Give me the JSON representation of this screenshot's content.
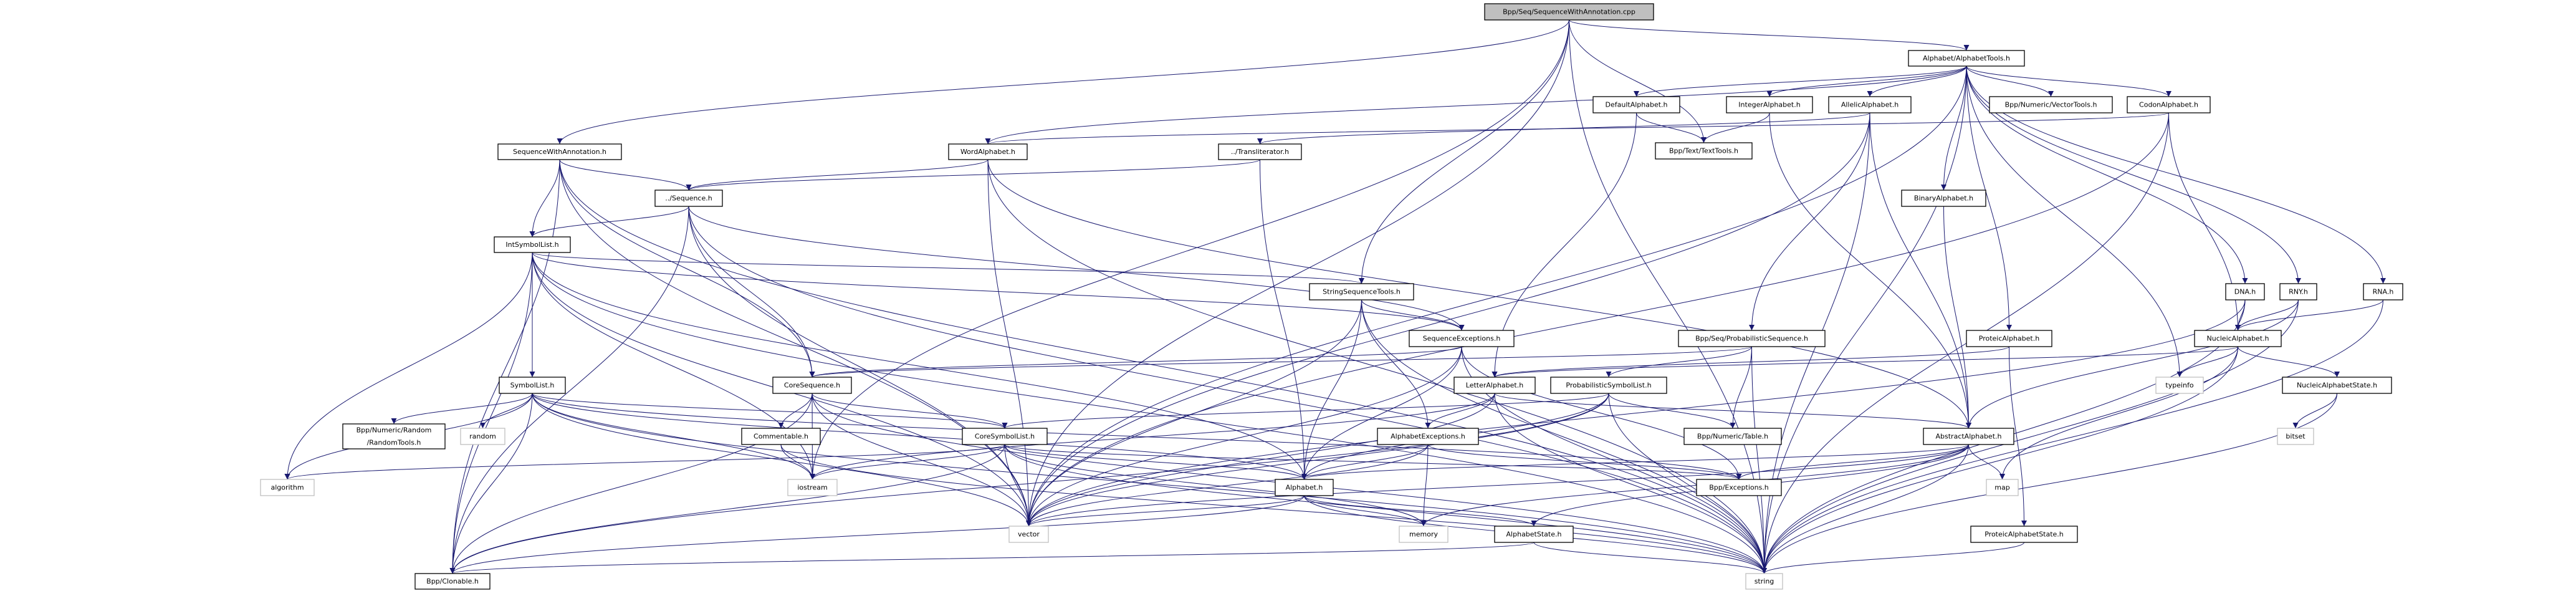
{
  "colors": {
    "edge": "#191970",
    "root_fill": "#bfbfbf",
    "system_border": "#bfbfbf",
    "node_border": "#000000"
  },
  "nodes": [
    {
      "id": "root",
      "label": "Bpp/Seq/SequenceWithAnnotation.cpp",
      "kind": "root"
    },
    {
      "id": "swa",
      "label": "SequenceWithAnnotation.h",
      "kind": "normal"
    },
    {
      "id": "seq",
      "label": "../Sequence.h",
      "kind": "normal"
    },
    {
      "id": "isl",
      "label": "IntSymbolList.h",
      "kind": "normal"
    },
    {
      "id": "sl",
      "label": "SymbolList.h",
      "kind": "normal"
    },
    {
      "id": "rt",
      "label_lines": [
        "Bpp/Numeric/Random",
        "/RandomTools.h"
      ],
      "kind": "normal"
    },
    {
      "id": "random",
      "label": "random",
      "kind": "system"
    },
    {
      "id": "cs",
      "label": "CoreSequence.h",
      "kind": "normal"
    },
    {
      "id": "com",
      "label": "Commentable.h",
      "kind": "normal"
    },
    {
      "id": "algo",
      "label": "algorithm",
      "kind": "system"
    },
    {
      "id": "ios",
      "label": "iostream",
      "kind": "system"
    },
    {
      "id": "clon",
      "label": "Bpp/Clonable.h",
      "kind": "normal"
    },
    {
      "id": "def",
      "label": "DefaultAlphabet.h",
      "kind": "normal"
    },
    {
      "id": "tt",
      "label": "Bpp/Text/TextTools.h",
      "kind": "normal"
    },
    {
      "id": "int",
      "label": "IntegerAlphabet.h",
      "kind": "normal"
    },
    {
      "id": "word",
      "label": "WordAlphabet.h",
      "kind": "normal"
    },
    {
      "id": "trans",
      "label": "../Transliterator.h",
      "kind": "normal"
    },
    {
      "id": "sst",
      "label": "StringSequenceTools.h",
      "kind": "normal"
    },
    {
      "id": "sexc",
      "label": "SequenceExceptions.h",
      "kind": "normal"
    },
    {
      "id": "letter",
      "label": "LetterAlphabet.h",
      "kind": "normal"
    },
    {
      "id": "psl",
      "label": "ProbabilisticSymbolList.h",
      "kind": "normal"
    },
    {
      "id": "csl",
      "label": "CoreSymbolList.h",
      "kind": "normal"
    },
    {
      "id": "aexc",
      "label": "AlphabetExceptions.h",
      "kind": "normal"
    },
    {
      "id": "table",
      "label": "Bpp/Numeric/Table.h",
      "kind": "normal"
    },
    {
      "id": "alpha",
      "label": "Alphabet.h",
      "kind": "normal"
    },
    {
      "id": "exc",
      "label": "Bpp/Exceptions.h",
      "kind": "normal"
    },
    {
      "id": "vector",
      "label": "vector",
      "kind": "system"
    },
    {
      "id": "memory",
      "label": "memory",
      "kind": "system"
    },
    {
      "id": "astate",
      "label": "AlphabetState.h",
      "kind": "normal"
    },
    {
      "id": "atools",
      "label": "Alphabet/AlphabetTools.h",
      "kind": "normal"
    },
    {
      "id": "allelic",
      "label": "AllelicAlphabet.h",
      "kind": "normal"
    },
    {
      "id": "vtools",
      "label": "Bpp/Numeric/VectorTools.h",
      "kind": "normal"
    },
    {
      "id": "codon",
      "label": "CodonAlphabet.h",
      "kind": "normal"
    },
    {
      "id": "binary",
      "label": "BinaryAlphabet.h",
      "kind": "normal"
    },
    {
      "id": "dna",
      "label": "DNA.h",
      "kind": "normal"
    },
    {
      "id": "rny",
      "label": "RNY.h",
      "kind": "normal"
    },
    {
      "id": "rna",
      "label": "RNA.h",
      "kind": "normal"
    },
    {
      "id": "ps",
      "label": "Bpp/Seq/ProbabilisticSequence.h",
      "kind": "normal"
    },
    {
      "id": "prot",
      "label": "ProteicAlphabet.h",
      "kind": "normal"
    },
    {
      "id": "nuc",
      "label": "NucleicAlphabet.h",
      "kind": "normal"
    },
    {
      "id": "typeinfo",
      "label": "typeinfo",
      "kind": "system"
    },
    {
      "id": "nucst",
      "label": "NucleicAlphabetState.h",
      "kind": "normal"
    },
    {
      "id": "bitset",
      "label": "bitset",
      "kind": "system"
    },
    {
      "id": "abs",
      "label": "AbstractAlphabet.h",
      "kind": "normal"
    },
    {
      "id": "map",
      "label": "map",
      "kind": "system"
    },
    {
      "id": "protst",
      "label": "ProteicAlphabetState.h",
      "kind": "normal"
    },
    {
      "id": "string",
      "label": "string",
      "kind": "system"
    }
  ],
  "edges": [
    [
      "root",
      "swa"
    ],
    [
      "root",
      "atools"
    ],
    [
      "root",
      "sst"
    ],
    [
      "root",
      "tt"
    ],
    [
      "root",
      "ios"
    ],
    [
      "root",
      "vector"
    ],
    [
      "root",
      "string"
    ],
    [
      "swa",
      "seq"
    ],
    [
      "swa",
      "isl"
    ],
    [
      "swa",
      "cs"
    ],
    [
      "swa",
      "vector"
    ],
    [
      "swa",
      "string"
    ],
    [
      "swa",
      "clon"
    ],
    [
      "seq",
      "isl"
    ],
    [
      "seq",
      "cs"
    ],
    [
      "seq",
      "sexc"
    ],
    [
      "seq",
      "vector"
    ],
    [
      "seq",
      "string"
    ],
    [
      "seq",
      "clon"
    ],
    [
      "isl",
      "sl"
    ],
    [
      "isl",
      "sst"
    ],
    [
      "isl",
      "alpha"
    ],
    [
      "isl",
      "sexc"
    ],
    [
      "isl",
      "algo"
    ],
    [
      "isl",
      "ios"
    ],
    [
      "isl",
      "vector"
    ],
    [
      "isl",
      "string"
    ],
    [
      "isl",
      "clon"
    ],
    [
      "sl",
      "rt"
    ],
    [
      "sl",
      "random"
    ],
    [
      "sl",
      "algo"
    ],
    [
      "sl",
      "ios"
    ],
    [
      "sl",
      "csl"
    ],
    [
      "sl",
      "alpha"
    ],
    [
      "sl",
      "exc"
    ],
    [
      "sl",
      "vector"
    ],
    [
      "sl",
      "string"
    ],
    [
      "sl",
      "clon"
    ],
    [
      "cs",
      "com"
    ],
    [
      "cs",
      "csl"
    ],
    [
      "cs",
      "clon"
    ],
    [
      "cs",
      "vector"
    ],
    [
      "cs",
      "string"
    ],
    [
      "cs",
      "ios"
    ],
    [
      "com",
      "ios"
    ],
    [
      "com",
      "string"
    ],
    [
      "csl",
      "alpha"
    ],
    [
      "csl",
      "algo"
    ],
    [
      "csl",
      "ios"
    ],
    [
      "csl",
      "vector"
    ],
    [
      "csl",
      "string"
    ],
    [
      "csl",
      "clon"
    ],
    [
      "csl",
      "memory"
    ],
    [
      "csl",
      "exc"
    ],
    [
      "sst",
      "sexc"
    ],
    [
      "sst",
      "alpha"
    ],
    [
      "sst",
      "aexc"
    ],
    [
      "sst",
      "vector"
    ],
    [
      "sst",
      "string"
    ],
    [
      "sexc",
      "alpha"
    ],
    [
      "sexc",
      "cs"
    ],
    [
      "sexc",
      "exc"
    ],
    [
      "sexc",
      "vector"
    ],
    [
      "sexc",
      "string"
    ],
    [
      "letter",
      "aexc"
    ],
    [
      "letter",
      "abs"
    ],
    [
      "letter",
      "ios"
    ],
    [
      "letter",
      "vector"
    ],
    [
      "letter",
      "string"
    ],
    [
      "psl",
      "csl"
    ],
    [
      "psl",
      "alpha"
    ],
    [
      "psl",
      "table"
    ],
    [
      "psl",
      "vector"
    ],
    [
      "psl",
      "string"
    ],
    [
      "psl",
      "clon"
    ],
    [
      "aexc",
      "alpha"
    ],
    [
      "aexc",
      "exc"
    ],
    [
      "aexc",
      "memory"
    ],
    [
      "aexc",
      "vector"
    ],
    [
      "alpha",
      "astate"
    ],
    [
      "alpha",
      "vector"
    ],
    [
      "alpha",
      "memory"
    ],
    [
      "alpha",
      "string"
    ],
    [
      "alpha",
      "clon"
    ],
    [
      "astate",
      "clon"
    ],
    [
      "astate",
      "string"
    ],
    [
      "abs",
      "alpha"
    ],
    [
      "abs",
      "astate"
    ],
    [
      "abs",
      "map"
    ],
    [
      "abs",
      "exc"
    ],
    [
      "abs",
      "vector"
    ],
    [
      "abs",
      "string"
    ],
    [
      "abs",
      "memory"
    ],
    [
      "atools",
      "def"
    ],
    [
      "atools",
      "int"
    ],
    [
      "atools",
      "allelic"
    ],
    [
      "atools",
      "vtools"
    ],
    [
      "atools",
      "codon"
    ],
    [
      "atools",
      "binary"
    ],
    [
      "atools",
      "prot"
    ],
    [
      "atools",
      "dna"
    ],
    [
      "atools",
      "rny"
    ],
    [
      "atools",
      "rna"
    ],
    [
      "atools",
      "word"
    ],
    [
      "atools",
      "typeinfo"
    ],
    [
      "atools",
      "string"
    ],
    [
      "atools",
      "vector"
    ],
    [
      "def",
      "tt"
    ],
    [
      "def",
      "letter"
    ],
    [
      "int",
      "tt"
    ],
    [
      "int",
      "abs"
    ],
    [
      "allelic",
      "trans"
    ],
    [
      "allelic",
      "ps"
    ],
    [
      "allelic",
      "abs"
    ],
    [
      "allelic",
      "vector"
    ],
    [
      "allelic",
      "string"
    ],
    [
      "codon",
      "word"
    ],
    [
      "codon",
      "nuc"
    ],
    [
      "codon",
      "string"
    ],
    [
      "codon",
      "vector"
    ],
    [
      "binary",
      "abs"
    ],
    [
      "prot",
      "letter"
    ],
    [
      "prot",
      "protst"
    ],
    [
      "dna",
      "nuc"
    ],
    [
      "dna",
      "string"
    ],
    [
      "dna",
      "vector"
    ],
    [
      "rny",
      "nuc"
    ],
    [
      "rny",
      "abs"
    ],
    [
      "rny",
      "string"
    ],
    [
      "rna",
      "nuc"
    ],
    [
      "rna",
      "string"
    ],
    [
      "nuc",
      "letter"
    ],
    [
      "nuc",
      "typeinfo"
    ],
    [
      "nuc",
      "nucst"
    ],
    [
      "nuc",
      "map"
    ],
    [
      "nuc",
      "string"
    ],
    [
      "nucst",
      "bitset"
    ],
    [
      "nucst",
      "string"
    ],
    [
      "protst",
      "string"
    ],
    [
      "word",
      "seq"
    ],
    [
      "word",
      "abs"
    ],
    [
      "word",
      "vector"
    ],
    [
      "word",
      "string"
    ],
    [
      "trans",
      "seq"
    ],
    [
      "trans",
      "alpha"
    ],
    [
      "ps",
      "psl"
    ],
    [
      "ps",
      "cs"
    ],
    [
      "ps",
      "table"
    ],
    [
      "ps",
      "string"
    ]
  ]
}
